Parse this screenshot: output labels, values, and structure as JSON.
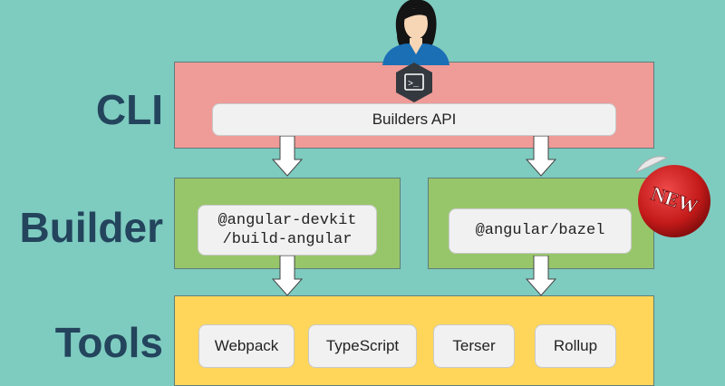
{
  "rows": {
    "cli": "CLI",
    "builder": "Builder",
    "tools": "Tools"
  },
  "cli": {
    "builders_api": "Builders API",
    "terminal_icon_glyph": ">_"
  },
  "builders": {
    "devkit_line1": "@angular-devkit",
    "devkit_line2": "/build-angular",
    "bazel": "@angular/bazel"
  },
  "badge": {
    "label": "NEW"
  },
  "tools": [
    "Webpack",
    "TypeScript",
    "Terser",
    "Rollup"
  ],
  "colors": {
    "background": "#7ecbc0",
    "cli_band": "#ef9b98",
    "builder_band": "#97c66a",
    "tools_band": "#ffd65a",
    "label_text": "#23445c",
    "badge_red": "#cc1f1f"
  },
  "icons": [
    "user-avatar",
    "terminal-icon",
    "arrow-down-icon",
    "new-badge-icon"
  ]
}
